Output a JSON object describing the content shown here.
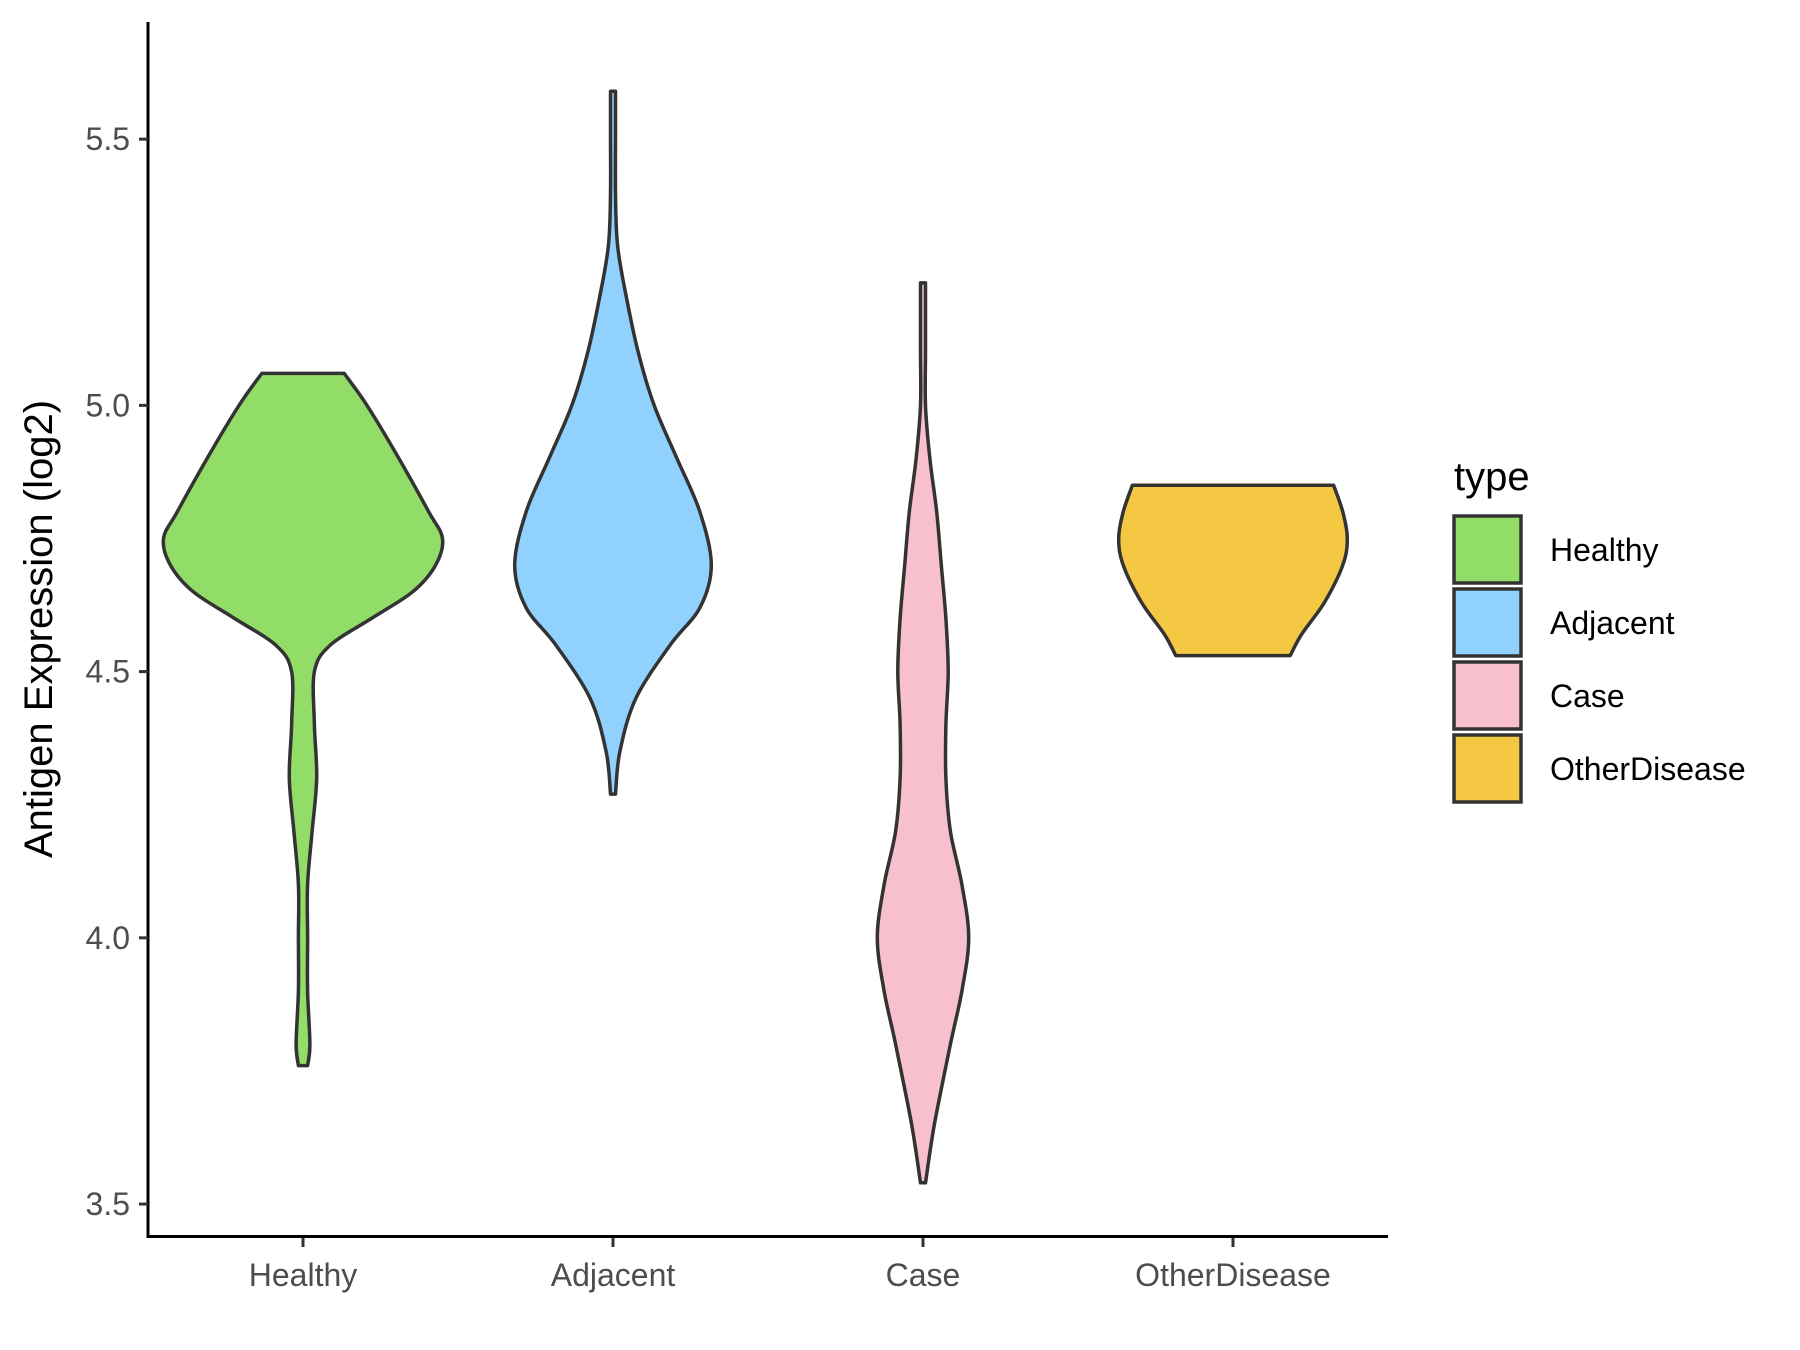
{
  "chart_data": {
    "type": "violin",
    "title": "",
    "xlabel": "",
    "ylabel": "Antigen Expression (log2)",
    "ylim": [
      3.44,
      5.72
    ],
    "yticks": [
      3.5,
      4.0,
      4.5,
      5.0,
      5.5
    ],
    "ytick_labels": [
      "3.5",
      "4.0",
      "4.5",
      "5.0",
      "5.5"
    ],
    "categories": [
      "Healthy",
      "Adjacent",
      "Case",
      "OtherDisease"
    ],
    "grid": false,
    "legend": {
      "title": "type",
      "position": "right",
      "entries": [
        "Healthy",
        "Adjacent",
        "Case",
        "OtherDisease"
      ]
    },
    "series": [
      {
        "name": "Healthy",
        "color": "#92DC68",
        "min": 3.76,
        "max": 5.06,
        "density_profile": [
          [
            3.76,
            0.02
          ],
          [
            3.8,
            0.03
          ],
          [
            3.9,
            0.02
          ],
          [
            4.0,
            0.02
          ],
          [
            4.1,
            0.02
          ],
          [
            4.2,
            0.04
          ],
          [
            4.3,
            0.06
          ],
          [
            4.4,
            0.05
          ],
          [
            4.5,
            0.05
          ],
          [
            4.55,
            0.12
          ],
          [
            4.6,
            0.3
          ],
          [
            4.65,
            0.48
          ],
          [
            4.7,
            0.58
          ],
          [
            4.75,
            0.61
          ],
          [
            4.8,
            0.55
          ],
          [
            4.9,
            0.42
          ],
          [
            5.0,
            0.28
          ],
          [
            5.06,
            0.18
          ]
        ]
      },
      {
        "name": "Adjacent",
        "color": "#91D1FE",
        "min": 4.27,
        "max": 5.59,
        "density_profile": [
          [
            4.27,
            0.01
          ],
          [
            4.35,
            0.03
          ],
          [
            4.45,
            0.1
          ],
          [
            4.55,
            0.25
          ],
          [
            4.62,
            0.38
          ],
          [
            4.7,
            0.43
          ],
          [
            4.8,
            0.38
          ],
          [
            4.9,
            0.28
          ],
          [
            5.0,
            0.18
          ],
          [
            5.1,
            0.11
          ],
          [
            5.2,
            0.06
          ],
          [
            5.3,
            0.02
          ],
          [
            5.4,
            0.01
          ],
          [
            5.5,
            0.01
          ],
          [
            5.59,
            0.01
          ]
        ]
      },
      {
        "name": "Case",
        "color": "#F7C0CC",
        "min": 3.54,
        "max": 5.23,
        "density_profile": [
          [
            3.54,
            0.01
          ],
          [
            3.65,
            0.05
          ],
          [
            3.8,
            0.12
          ],
          [
            3.9,
            0.17
          ],
          [
            4.0,
            0.2
          ],
          [
            4.1,
            0.17
          ],
          [
            4.2,
            0.12
          ],
          [
            4.3,
            0.1
          ],
          [
            4.4,
            0.1
          ],
          [
            4.5,
            0.11
          ],
          [
            4.6,
            0.1
          ],
          [
            4.7,
            0.08
          ],
          [
            4.8,
            0.06
          ],
          [
            4.9,
            0.03
          ],
          [
            5.0,
            0.01
          ],
          [
            5.1,
            0.005
          ],
          [
            5.23,
            0.003
          ]
        ]
      },
      {
        "name": "OtherDisease",
        "color": "#F5C843",
        "min": 4.53,
        "max": 4.85,
        "density_profile": [
          [
            4.53,
            0.25
          ],
          [
            4.57,
            0.3
          ],
          [
            4.63,
            0.4
          ],
          [
            4.7,
            0.48
          ],
          [
            4.75,
            0.5
          ],
          [
            4.8,
            0.48
          ],
          [
            4.85,
            0.44
          ]
        ]
      }
    ]
  }
}
